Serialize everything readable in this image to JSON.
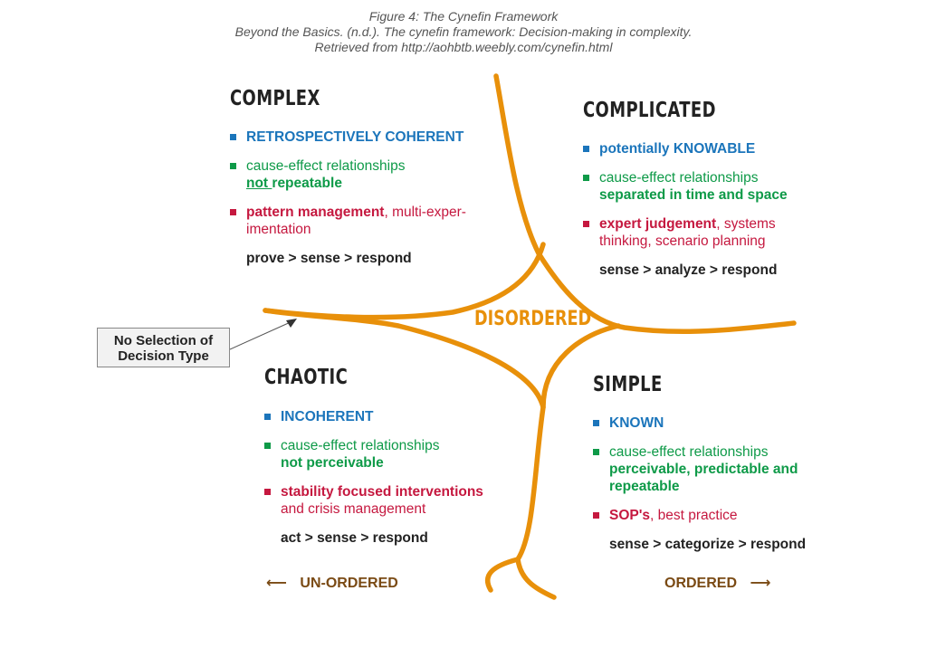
{
  "caption": {
    "line1": "Figure 4: The Cynefin Framework",
    "line2": "Beyond the Basics. (n.d.). The cynefin framework: Decision-making in complexity.",
    "line3": "Retrieved from http://aohbtb.weebly.com/cynefin.html"
  },
  "colors": {
    "curve": "#e8900a",
    "blue": "#1b75bb",
    "green": "#0e9a48",
    "red": "#c5183f",
    "axis": "#7a4a14"
  },
  "complex": {
    "title": "COMPLEX",
    "b1": "RETROSPECTIVELY COHERENT",
    "b2_plain": "cause-effect relationships",
    "b2_not": "not ",
    "b2_bold": "repeatable",
    "b3_bold": "pattern management",
    "b3_plain1": ", multi-exper-",
    "b3_plain2": "imentation",
    "process": "prove > sense > respond"
  },
  "complicated": {
    "title": "COMPLICATED",
    "b1": "potentially KNOWABLE",
    "b2_plain": "cause-effect relationships",
    "b2_bold": "separated in time and space",
    "b3_bold": "expert judgement",
    "b3_plain1": ", systems",
    "b3_plain2": "thinking, scenario planning",
    "process": "sense > analyze > respond"
  },
  "chaotic": {
    "title": "CHAOTIC",
    "b1": "INCOHERENT",
    "b2_plain": "cause-effect relationships",
    "b2_bold": "not perceivable",
    "b3_bold": "stability focused interventions",
    "b3_plain": "and crisis management",
    "process": "act > sense > respond"
  },
  "simple": {
    "title": "SIMPLE",
    "b1": "KNOWN",
    "b2_plain": "cause-effect relationships",
    "b2_bold1": "perceivable, predictable and",
    "b2_bold2": "repeatable",
    "b3_bold": "SOP's",
    "b3_plain": ", best practice",
    "process": "sense > categorize > respond"
  },
  "disordered": "DISORDERED",
  "no_selection": {
    "line1": "No Selection of",
    "line2": "Decision Type"
  },
  "axis": {
    "left": "UN-ORDERED",
    "right": "ORDERED",
    "left_arrow": "⟵",
    "right_arrow": "⟶"
  }
}
